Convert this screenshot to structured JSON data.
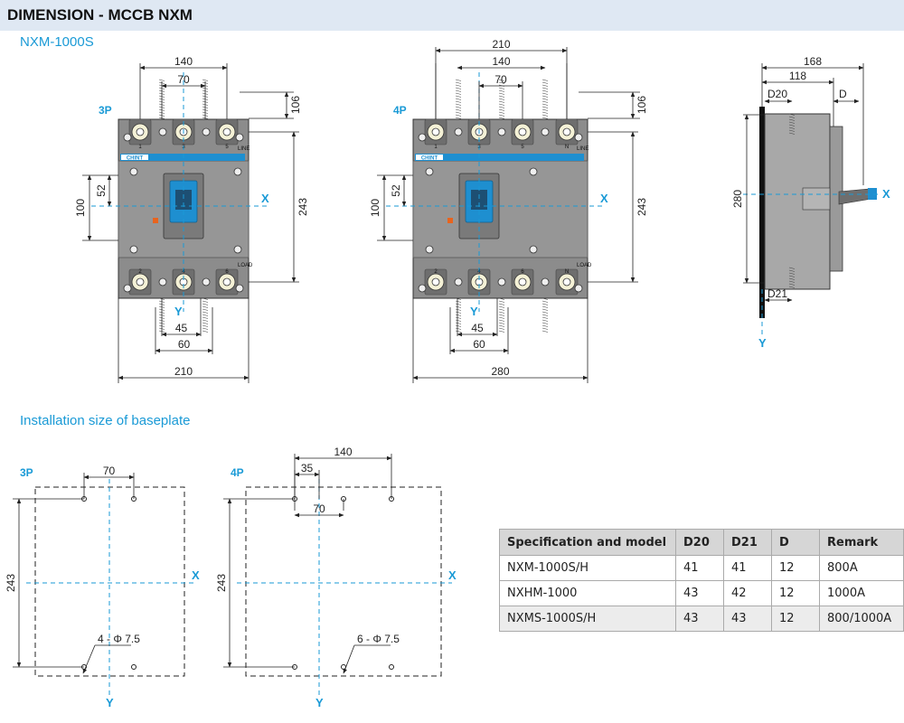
{
  "header": {
    "title": "DIMENSION - MCCB NXM"
  },
  "model": "NXM-1000S",
  "baseplate": {
    "title": "Installation size of baseplate"
  },
  "labels": {
    "p3": "3P",
    "p4": "4P",
    "x": "X",
    "y": "Y",
    "line": "LINE",
    "load": "LOAD",
    "brand": "CHINT",
    "d20": "D20",
    "d21": "D21",
    "d": "D"
  },
  "dims": {
    "w140": "140",
    "w70": "70",
    "h106": "106",
    "h243": "243",
    "h100": "100",
    "h52": "52",
    "w45": "45",
    "w60": "60",
    "w210": "210",
    "w280": "280",
    "w168": "168",
    "w118": "118",
    "h280": "280",
    "b70": "70",
    "b243": "243",
    "b140": "140",
    "b35": "35",
    "hole3": "4 - Φ 7.5",
    "hole4": "6 - Φ 7.5"
  },
  "terminals": {
    "top3": [
      "1",
      "3",
      "5"
    ],
    "bot3": [
      "2",
      "4",
      "6"
    ],
    "top4": [
      "1",
      "3",
      "5",
      "N"
    ],
    "bot4": [
      "2",
      "4",
      "6",
      "N"
    ]
  },
  "table": {
    "headers": [
      "Specification and model",
      "D20",
      "D21",
      "D",
      "Remark"
    ],
    "rows": [
      [
        "NXM-1000S/H",
        "41",
        "41",
        "12",
        "800A"
      ],
      [
        "NXHM-1000",
        "43",
        "42",
        "12",
        "1000A"
      ],
      [
        "NXMS-1000S/H",
        "43",
        "43",
        "12",
        "800/1000A"
      ]
    ]
  },
  "colors": {
    "accent": "#1a9ad6",
    "header_bg": "#dfe8f3",
    "body": "#8c8c8c",
    "handle": "#1e8fd0",
    "brand_red": "#e8641e"
  }
}
